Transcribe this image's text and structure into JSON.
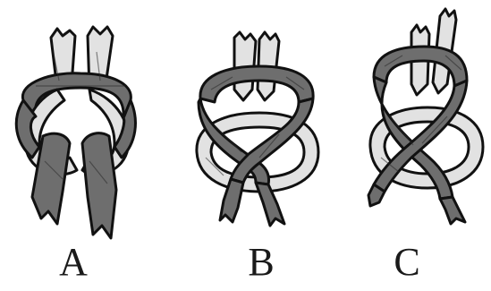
{
  "labels": {
    "a": "A",
    "b": "B",
    "c": "C"
  },
  "colors": {
    "light_rope": "#e2e2e2",
    "dark_rope": "#6e6e6e",
    "outline": "#111111"
  }
}
